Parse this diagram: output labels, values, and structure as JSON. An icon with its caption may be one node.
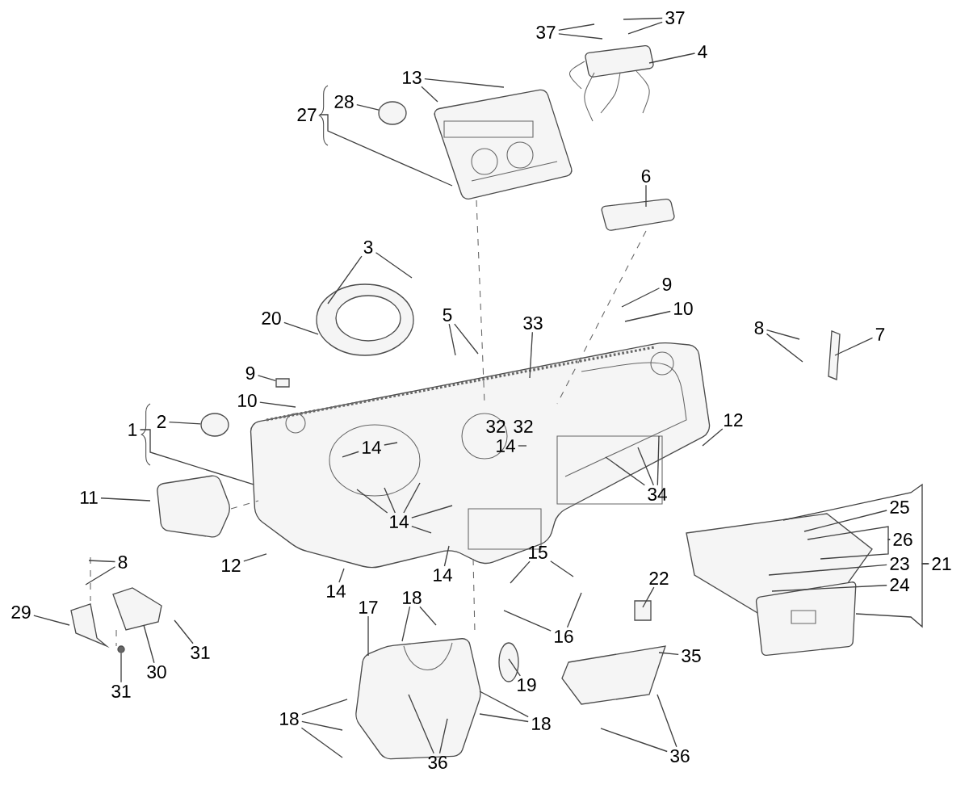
{
  "diagram": {
    "nodes": [
      {
        "text": [
          "37"
        ]
      },
      {
        "text": [
          "37"
        ]
      },
      {
        "text": [
          "4"
        ]
      },
      {
        "text": [
          "13"
        ]
      },
      {
        "text": [
          "28"
        ]
      },
      {
        "text": [
          "27"
        ]
      },
      {
        "text": [
          "6"
        ]
      },
      {
        "text": [
          "3"
        ]
      },
      {
        "text": [
          "20"
        ]
      },
      {
        "text": [
          "9"
        ]
      },
      {
        "text": [
          "10"
        ]
      },
      {
        "text": [
          "5"
        ]
      },
      {
        "text": [
          "33"
        ]
      },
      {
        "text": [
          "9"
        ]
      },
      {
        "text": [
          "10"
        ]
      },
      {
        "text": [
          "8"
        ]
      },
      {
        "text": [
          "7"
        ]
      },
      {
        "text": [
          "1"
        ]
      },
      {
        "text": [
          "2"
        ]
      },
      {
        "text": [
          "14"
        ]
      },
      {
        "text": [
          "32"
        ]
      },
      {
        "text": [
          "32"
        ]
      },
      {
        "text": [
          "14"
        ]
      },
      {
        "text": [
          "12"
        ]
      },
      {
        "text": [
          "11"
        ]
      },
      {
        "text": [
          "34"
        ]
      },
      {
        "text": [
          "14"
        ]
      },
      {
        "text": [
          "12"
        ]
      },
      {
        "text": [
          "8"
        ]
      },
      {
        "text": [
          "14"
        ]
      },
      {
        "text": [
          "14"
        ]
      },
      {
        "text": [
          "25"
        ]
      },
      {
        "text": [
          "26"
        ]
      },
      {
        "text": [
          "23"
        ]
      },
      {
        "text": [
          "24"
        ]
      },
      {
        "text": [
          "21"
        ]
      },
      {
        "text": [
          "15"
        ]
      },
      {
        "text": [
          "16"
        ]
      },
      {
        "text": [
          "22"
        ]
      },
      {
        "text": [
          "29"
        ]
      },
      {
        "text": [
          "17"
        ]
      },
      {
        "text": [
          "18"
        ]
      },
      {
        "text": [
          "31"
        ]
      },
      {
        "text": [
          "30"
        ]
      },
      {
        "text": [
          "31"
        ]
      },
      {
        "text": [
          "35"
        ]
      },
      {
        "text": [
          "19"
        ]
      },
      {
        "text": [
          "18"
        ]
      },
      {
        "text": [
          "18"
        ]
      },
      {
        "text": [
          "36"
        ]
      },
      {
        "text": [
          "36"
        ]
      },
      {
        "text": [],
        "shape": "circle"
      },
      {
        "text": [],
        "shape": "box"
      },
      {
        "text": [],
        "shape": "circle"
      },
      {
        "text": [],
        "shape": "circle"
      }
    ],
    "edges": [
      {
        "from": 0,
        "to": null,
        "arrow": "none"
      },
      {
        "from": 0,
        "to": null,
        "arrow": "none"
      },
      {
        "from": 1,
        "to": null,
        "arrow": "none"
      },
      {
        "from": 1,
        "to": null,
        "arrow": "none"
      },
      {
        "from": 2,
        "to": null,
        "arrow": "none"
      },
      {
        "from": 3,
        "to": null,
        "arrow": "none"
      },
      {
        "from": 3,
        "to": null,
        "arrow": "none"
      },
      {
        "from": 4,
        "to": 51,
        "arrow": "none"
      },
      {
        "from": 5,
        "to": null,
        "arrow": "none"
      },
      {
        "from": 6,
        "to": null,
        "arrow": "none"
      },
      {
        "from": 7,
        "to": null,
        "arrow": "none"
      },
      {
        "from": 7,
        "to": null,
        "arrow": "none"
      },
      {
        "from": 8,
        "to": null,
        "arrow": "none"
      },
      {
        "from": 9,
        "to": 52,
        "arrow": "none"
      },
      {
        "from": 10,
        "to": null,
        "arrow": "none"
      },
      {
        "from": 11,
        "to": null,
        "arrow": "none"
      },
      {
        "from": 11,
        "to": null,
        "arrow": "none"
      },
      {
        "from": 12,
        "to": null,
        "arrow": "none"
      },
      {
        "from": 13,
        "to": null,
        "arrow": "none"
      },
      {
        "from": 14,
        "to": null,
        "arrow": "none"
      },
      {
        "from": 15,
        "to": null,
        "arrow": "none"
      },
      {
        "from": 15,
        "to": null,
        "arrow": "none"
      },
      {
        "from": 16,
        "to": null,
        "arrow": "none"
      },
      {
        "from": 17,
        "to": null,
        "arrow": "none"
      },
      {
        "from": 18,
        "to": 53,
        "arrow": "none"
      },
      {
        "from": 19,
        "to": null,
        "arrow": "none"
      },
      {
        "from": 19,
        "to": null,
        "arrow": "none"
      },
      {
        "from": 22,
        "to": null,
        "arrow": "none"
      },
      {
        "from": 23,
        "to": null,
        "arrow": "none"
      },
      {
        "from": 24,
        "to": null,
        "arrow": "none"
      },
      {
        "from": 25,
        "to": null,
        "arrow": "none"
      },
      {
        "from": 25,
        "to": null,
        "arrow": "none"
      },
      {
        "from": 25,
        "to": null,
        "arrow": "none"
      },
      {
        "from": 26,
        "to": null,
        "arrow": "none"
      },
      {
        "from": 26,
        "to": null,
        "arrow": "none"
      },
      {
        "from": 26,
        "to": null,
        "arrow": "none"
      },
      {
        "from": 26,
        "to": null,
        "arrow": "none"
      },
      {
        "from": 26,
        "to": null,
        "arrow": "none"
      },
      {
        "from": 27,
        "to": null,
        "arrow": "none"
      },
      {
        "from": 28,
        "to": null,
        "arrow": "none"
      },
      {
        "from": 28,
        "to": null,
        "arrow": "none"
      },
      {
        "from": 29,
        "to": null,
        "arrow": "none"
      },
      {
        "from": 30,
        "to": null,
        "arrow": "none"
      },
      {
        "from": 31,
        "to": null,
        "arrow": "none"
      },
      {
        "from": 32,
        "to": null,
        "arrow": "none"
      },
      {
        "from": 32,
        "to": null,
        "arrow": "none"
      },
      {
        "from": 33,
        "to": null,
        "arrow": "none"
      },
      {
        "from": 34,
        "to": null,
        "arrow": "none"
      },
      {
        "from": 35,
        "to": null,
        "arrow": "none"
      },
      {
        "from": 35,
        "to": null,
        "arrow": "none"
      },
      {
        "from": 36,
        "to": null,
        "arrow": "none"
      },
      {
        "from": 36,
        "to": null,
        "arrow": "none"
      },
      {
        "from": 37,
        "to": null,
        "arrow": "none"
      },
      {
        "from": 37,
        "to": null,
        "arrow": "none"
      },
      {
        "from": 38,
        "to": null,
        "arrow": "none"
      },
      {
        "from": 39,
        "to": null,
        "arrow": "none"
      },
      {
        "from": 40,
        "to": null,
        "arrow": "none"
      },
      {
        "from": 41,
        "to": null,
        "arrow": "none"
      },
      {
        "from": 41,
        "to": null,
        "arrow": "none"
      },
      {
        "from": 42,
        "to": null,
        "arrow": "none"
      },
      {
        "from": 43,
        "to": null,
        "arrow": "none"
      },
      {
        "from": 44,
        "to": 54,
        "arrow": "none"
      },
      {
        "from": 45,
        "to": null,
        "arrow": "none"
      },
      {
        "from": 46,
        "to": null,
        "arrow": "none"
      },
      {
        "from": 47,
        "to": null,
        "arrow": "none"
      },
      {
        "from": 47,
        "to": null,
        "arrow": "none"
      },
      {
        "from": 47,
        "to": null,
        "arrow": "none"
      },
      {
        "from": 48,
        "to": null,
        "arrow": "none"
      },
      {
        "from": 48,
        "to": null,
        "arrow": "none"
      },
      {
        "from": 49,
        "to": null,
        "arrow": "none"
      },
      {
        "from": 49,
        "to": null,
        "arrow": "none"
      },
      {
        "from": 50,
        "to": null,
        "arrow": "none"
      },
      {
        "from": 50,
        "to": null,
        "arrow": "none"
      }
    ]
  }
}
